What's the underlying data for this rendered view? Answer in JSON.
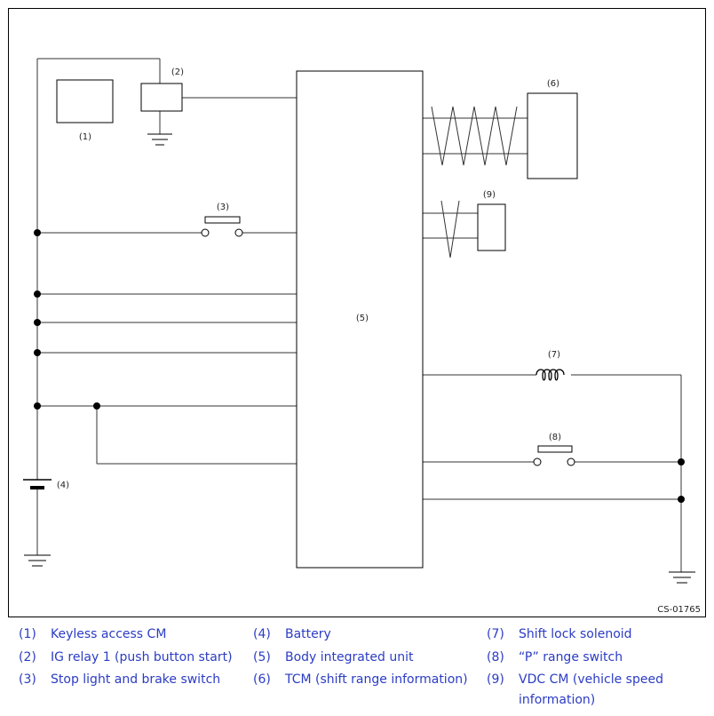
{
  "diagram": {
    "code": "CS-01765",
    "callouts": {
      "c1": "(1)",
      "c2": "(2)",
      "c3": "(3)",
      "c4": "(4)",
      "c5": "(5)",
      "c6": "(6)",
      "c7": "(7)",
      "c8": "(8)",
      "c9": "(9)"
    }
  },
  "legend": [
    {
      "num": "(1)",
      "label": "Keyless access CM"
    },
    {
      "num": "(2)",
      "label": "IG relay 1 (push button start)"
    },
    {
      "num": "(3)",
      "label": "Stop light and brake switch"
    },
    {
      "num": "(4)",
      "label": "Battery"
    },
    {
      "num": "(5)",
      "label": "Body integrated unit"
    },
    {
      "num": "(6)",
      "label": "TCM (shift range information)"
    },
    {
      "num": "(7)",
      "label": "Shift lock solenoid"
    },
    {
      "num": "(8)",
      "label": "“P” range switch"
    },
    {
      "num": "(9)",
      "label": "VDC CM (vehicle speed information)"
    }
  ]
}
